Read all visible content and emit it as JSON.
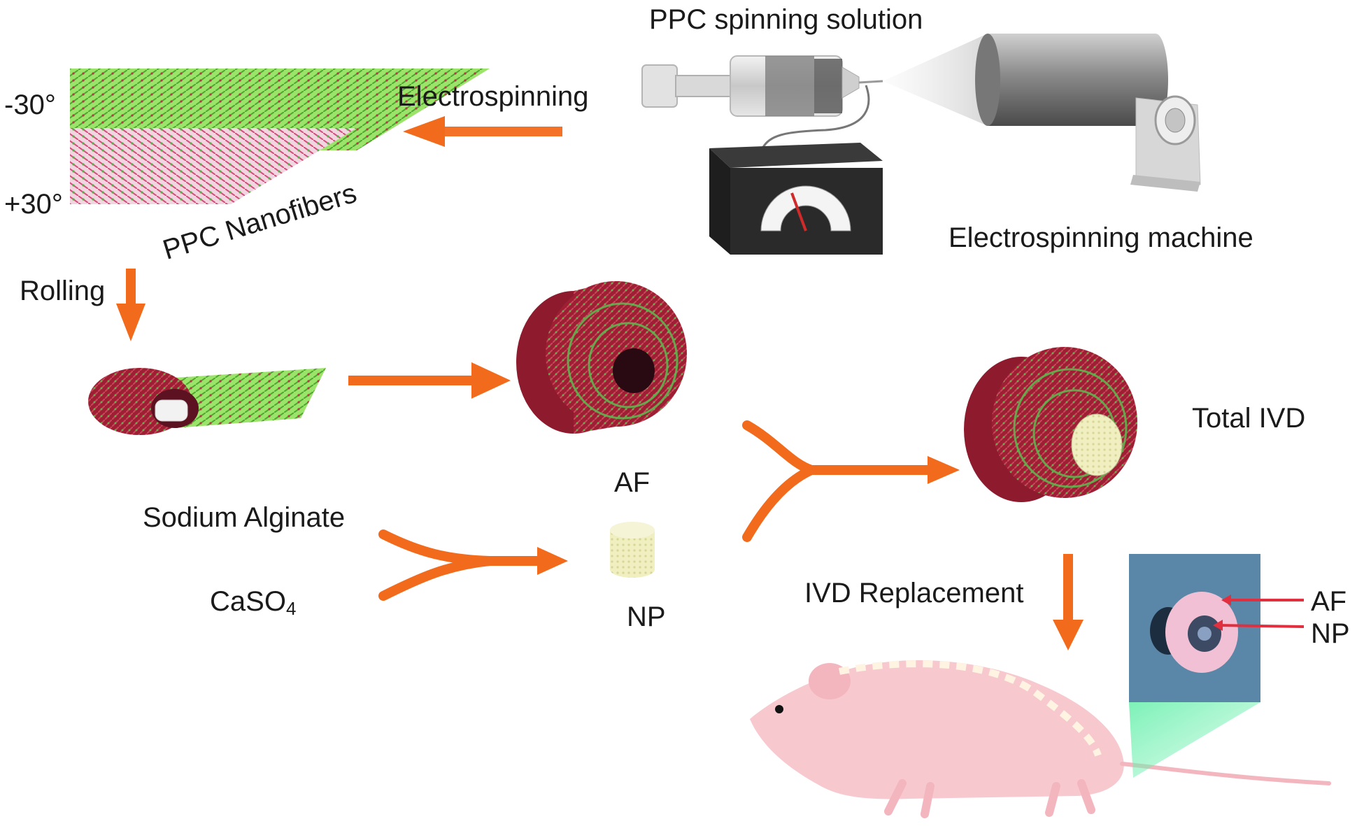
{
  "labels": {
    "ppc_spinning_solution": "PPC spinning solution",
    "electrospinning": "Electrospinning",
    "electrospinning_machine": "Electrospinning machine",
    "minus_30": "-30°",
    "plus_30": "+30°",
    "ppc_nanofibers": "PPC Nanofibers",
    "rolling": "Rolling",
    "af_top": "AF",
    "sodium_alginate": "Sodium Alginate",
    "caso4_main": "CaSO",
    "caso4_sub": "4",
    "np_label": "NP",
    "total_ivd": "Total IVD",
    "ivd_replacement": "IVD Replacement",
    "inset_af": "AF",
    "inset_np": "NP"
  },
  "colors": {
    "arrow": "#f26a1b",
    "fiber_green": "#7ed957",
    "fiber_red": "#c0283c",
    "rat_pink": "#f7c9cf",
    "inset_blue": "#5a87a8"
  }
}
